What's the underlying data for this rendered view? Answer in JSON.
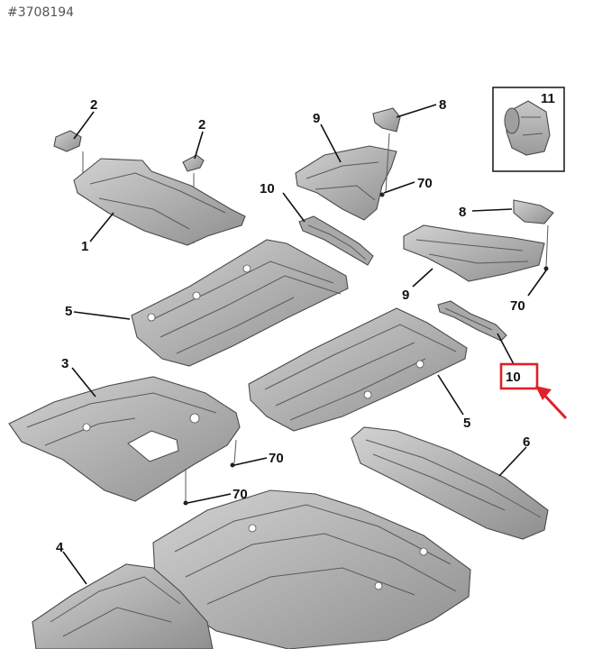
{
  "ref_number": "#3708194",
  "callouts": {
    "c2a": "2",
    "c2b": "2",
    "c1": "1",
    "c9a": "9",
    "c8a": "8",
    "c70a": "70",
    "c10a": "10",
    "c8b": "8",
    "c11": "11",
    "c5a": "5",
    "c9b": "9",
    "c70b": "70",
    "c3": "3",
    "c10b": "10",
    "c5b": "5",
    "c70c": "70",
    "c6": "6",
    "c70d": "70",
    "c4": "4"
  },
  "colors": {
    "part_fill": "#b9b9b9",
    "part_dark": "#8c8c8c",
    "highlight_box": "#e0202a",
    "arrow": "#e0202a"
  }
}
